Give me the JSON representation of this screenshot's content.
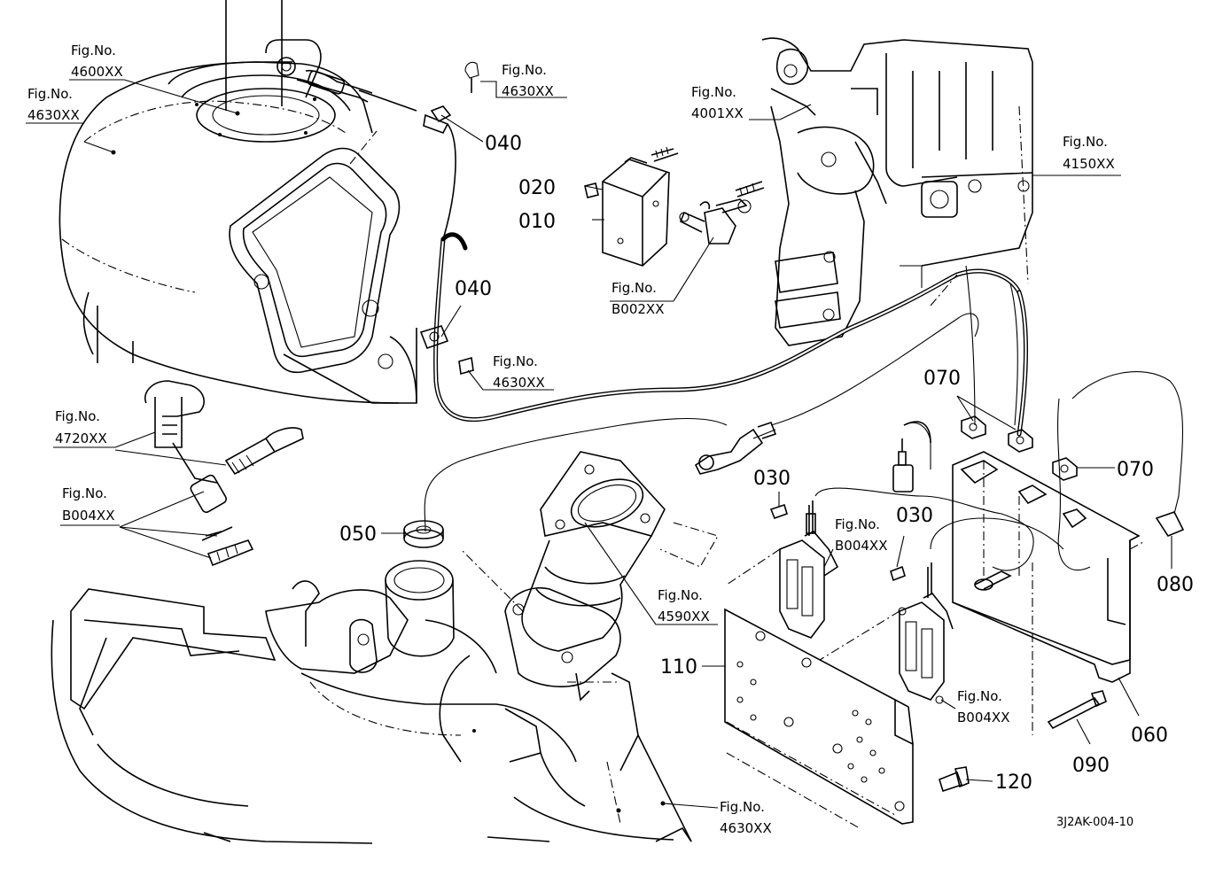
{
  "drawing": {
    "code": "3J2AK-004-10",
    "fig_refs": [
      {
        "id": "fig-4600",
        "top": "Fig.No.",
        "bottom": "4600XX"
      },
      {
        "id": "fig-4630-a",
        "top": "Fig.No.",
        "bottom": "4630XX"
      },
      {
        "id": "fig-4630-b",
        "top": "Fig.No.",
        "bottom": "4630XX"
      },
      {
        "id": "fig-4001",
        "top": "Fig.No.",
        "bottom": "4001XX"
      },
      {
        "id": "fig-4150",
        "top": "Fig.No.",
        "bottom": "4150XX"
      },
      {
        "id": "fig-b002",
        "top": "Fig.No.",
        "bottom": "B002XX"
      },
      {
        "id": "fig-4630-c",
        "top": "Fig.No.",
        "bottom": "4630XX"
      },
      {
        "id": "fig-4720",
        "top": "Fig.No.",
        "bottom": "4720XX"
      },
      {
        "id": "fig-b004-a",
        "top": "Fig.No.",
        "bottom": "B004XX"
      },
      {
        "id": "fig-b004-b",
        "top": "Fig.No.",
        "bottom": "B004XX"
      },
      {
        "id": "fig-4590",
        "top": "Fig.No.",
        "bottom": "4590XX"
      },
      {
        "id": "fig-b004-c",
        "top": "Fig.No.",
        "bottom": "B004XX"
      },
      {
        "id": "fig-4630-d",
        "top": "Fig.No.",
        "bottom": "4630XX"
      }
    ],
    "part_numbers": [
      {
        "id": "p040a",
        "label": "040"
      },
      {
        "id": "p020",
        "label": "020"
      },
      {
        "id": "p010",
        "label": "010"
      },
      {
        "id": "p040b",
        "label": "040"
      },
      {
        "id": "p070a",
        "label": "070"
      },
      {
        "id": "p070b",
        "label": "070"
      },
      {
        "id": "p030a",
        "label": "030"
      },
      {
        "id": "p030b",
        "label": "030"
      },
      {
        "id": "p050",
        "label": "050"
      },
      {
        "id": "p080",
        "label": "080"
      },
      {
        "id": "p110",
        "label": "110"
      },
      {
        "id": "p060",
        "label": "060"
      },
      {
        "id": "p090",
        "label": "090"
      },
      {
        "id": "p120",
        "label": "120"
      }
    ]
  }
}
